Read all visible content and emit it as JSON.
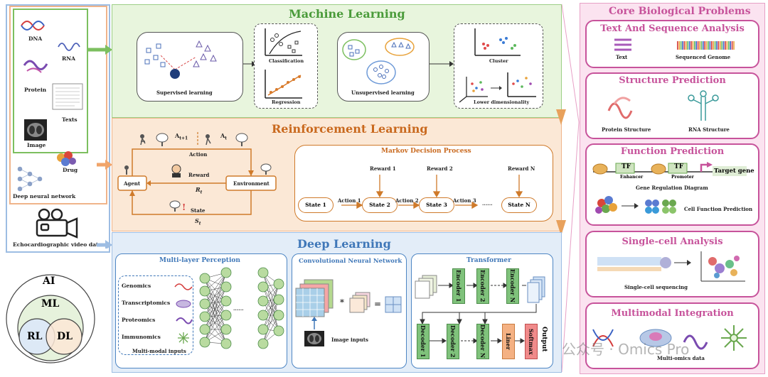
{
  "colors": {
    "ml_bg": "#e8f5dd",
    "rl_bg": "#fbe8d6",
    "dl_bg": "#e3edf8",
    "cbp_bg": "#fbe3f0",
    "ml_title": "#4a9b3a",
    "rl_title": "#c9691e",
    "dl_title": "#3f77b8",
    "cbp_accent": "#c7539b"
  },
  "data_types": {
    "dna": "DNA",
    "rna": "RNA",
    "protein": "Protein",
    "texts": "Texts",
    "image": "Image",
    "drug": "Drug",
    "dnn": "Deep neural network",
    "echo": "Echocardiographic video data"
  },
  "venn": {
    "ai": "AI",
    "ml": "ML",
    "rl": "RL",
    "dl": "DL"
  },
  "ml": {
    "title": "Machine Learning",
    "supervised": "Supervised learning",
    "classification": "Classification",
    "regression": "Regression",
    "unsupervised": "Unsupervised learning",
    "cluster": "Cluster",
    "lower_dim": "Lower dimensionality"
  },
  "rl": {
    "title": "Reinforcement Learning",
    "a_t1": "A",
    "a_t1_sub": "t+1",
    "a_t": "A",
    "a_t_sub": "t",
    "action": "Action",
    "reward": "Reward",
    "r_t": "R",
    "r_t_sub": "t",
    "state": "State",
    "s_t": "S",
    "s_t_sub": "t",
    "agent": "Agent",
    "environment": "Environment",
    "markov_title": "Markov Decision Process",
    "reward1": "Reward 1",
    "reward2": "Reward 2",
    "rewardN": "Reward N",
    "state1": "State 1",
    "state2": "State 2",
    "state3": "State 3",
    "stateN": "State N",
    "action1": "Action 1",
    "action2": "Action 2",
    "action3": "Action 3",
    "dots": "······"
  },
  "dl": {
    "title": "Deep Learning",
    "mlp_title": "Multi-layer Perception",
    "genomics": "Genomics",
    "transcriptomics": "Transcriptomics",
    "proteomics": "Proteomics",
    "immunomics": "Immunomics",
    "multimodal_inputs": "Multi-modal inputs",
    "mlp_dots": "······",
    "cnn_title": "Convolutional Neural Network",
    "image_inputs": "Image inputs",
    "times": "*",
    "equals": "=",
    "transformer_title": "Transformer",
    "encoder1": "Encoder 1",
    "encoder2": "Encoder 2",
    "encoderN": "Encoder N",
    "decoder1": "Decoder 1",
    "decoder2": "Decoder 2",
    "decoderN": "Decoder N",
    "liner": "Liner",
    "softmax": "Softmax",
    "output": "Output"
  },
  "cbp": {
    "title": "Core Biological Problems",
    "text_seq": {
      "title": "Text And Sequence Analysis",
      "text": "Text",
      "seq": "Sequenced Genome"
    },
    "structure": {
      "title": "Structure Prediction",
      "protein": "Protein Structure",
      "rna": "RNA Structure"
    },
    "function": {
      "title": "Function Prediction",
      "tf": "TF",
      "enhancer": "Enhancer",
      "promoter": "Promoter",
      "target": "Target gene",
      "grd": "Gene Regulation Diagram",
      "cell_func": "Cell Function Prediction"
    },
    "single_cell": {
      "title": "Single-cell Analysis",
      "seq": "Single-cell sequencing"
    },
    "multimodal": {
      "title": "Multimodal Integration",
      "data": "Multi-omics data"
    }
  },
  "watermark": "公众号 · Omics Pro"
}
